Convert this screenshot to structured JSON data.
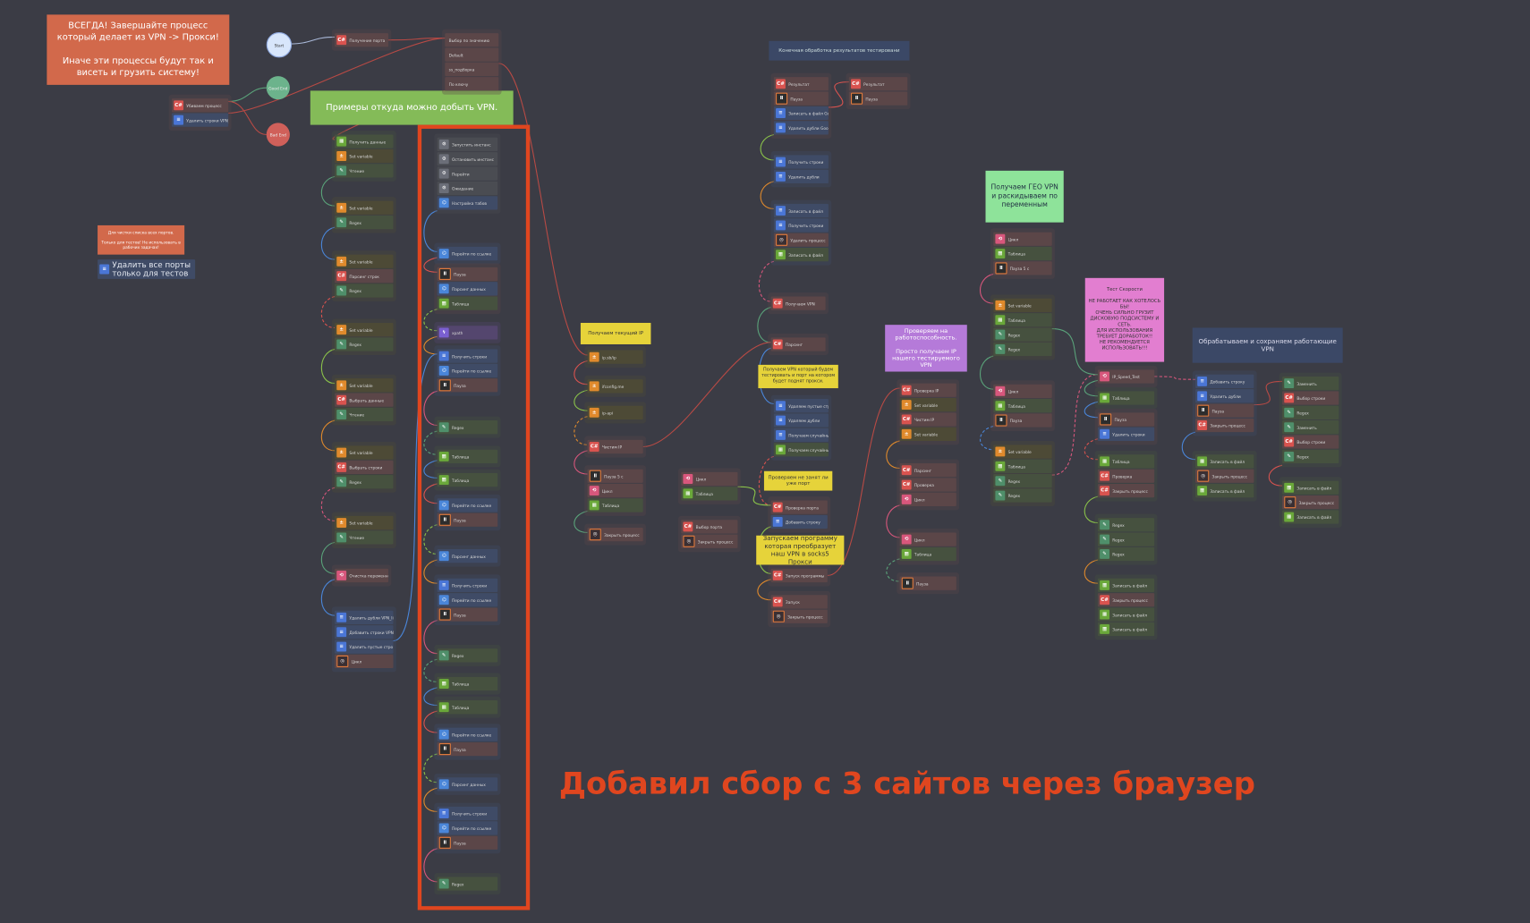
{
  "notes": {
    "warning": "ВСЕГДА! Завершайте процесс который делает из VPN -> Прокси!\n\nИначе эти процессы будут так и висеть и грузить систему!",
    "examples": "Примеры откуда можно добыть VPN.",
    "ports_clean": "Для чистки списка всех портов.\n\nТолько для тестов! Не использовать в рабочих задачах!",
    "ports_clean_action": "Удалить все порты только для тестов",
    "current_ip": "Получаем текущий IP",
    "final_processing": "Конечная обработка результатов тестировани",
    "get_vpn": "Получаем VPN который будем тестировать и порт на котором будет поднят прокси.",
    "check_port": "Проверяем не занят ли уже порт",
    "launch": "Запускаем программу которая преобразует наш VPN в socks5 Прокси",
    "check_work": "Проверяем на работоспособность.\n\nПросто получаем IP нашего тестируемого VPN",
    "geo": "Получаем ГЕО VPN и раскидываем по переменным",
    "speed": "Тест Скорости\n\nНЕ РАБОТАЕТ КАК ХОТЕЛОСЬ БЫ!\nОЧЕНЬ СИЛЬНО ГРУЗИТ ДИСКОВУЮ ПОДСИСТЕМУ И СЕТЬ.\nДЛЯ ИСПОЛЬЗОВАНИЯ ТРЕБУЕТ ДОРАБОТОК!!\nНЕ РЕКОМЕНДУЕТСЯ ИСПОЛЬЗОВАТЬ!!!",
    "save": "Обрабатываем и сохраняем работающие VPN",
    "annotation": "Добавил сбор с 3 сайтов через браузер"
  },
  "endpoints": {
    "start": "Start",
    "good_end": "Good End",
    "bad_end": "Bad End"
  },
  "colors": {
    "accent_red": "#e0461f",
    "note_orange": "#d2694b",
    "note_green": "#84bb58",
    "note_yellow": "#e6d33a",
    "note_purple": "#b57ad9",
    "note_pink": "#e27ed0",
    "note_blue": "#3b4866",
    "note_lightgreen": "#8ee39a"
  },
  "groups": [
    {
      "items": [
        [
          "c",
          "Получение порта"
        ]
      ]
    },
    {
      "items": [
        [
          "s",
          "Выбор по значению"
        ],
        [
          "s",
          "Default"
        ],
        [
          "s",
          "ss_подборка"
        ],
        [
          "s",
          "По ключу"
        ]
      ]
    },
    {
      "items": [
        [
          "c",
          "Убиваем процесс"
        ],
        [
          "f",
          "Удалить строки VPN_рабочие"
        ]
      ]
    },
    {
      "items": [
        [
          "t",
          "Получить данные"
        ],
        [
          "v",
          "Set variable"
        ],
        [
          "e",
          "Чтение"
        ]
      ]
    },
    {
      "items": [
        [
          "v",
          "Set variable"
        ],
        [
          "e",
          "Regex"
        ]
      ]
    },
    {
      "items": [
        [
          "v",
          "Set variable"
        ],
        [
          "c",
          "Парсинг строк"
        ],
        [
          "e",
          "Regex"
        ]
      ]
    },
    {
      "items": [
        [
          "v",
          "Set variable"
        ],
        [
          "e",
          "Regex"
        ]
      ]
    },
    {
      "items": [
        [
          "v",
          "Set variable"
        ],
        [
          "c",
          "Выбрать данные"
        ],
        [
          "e",
          "Чтение"
        ]
      ]
    },
    {
      "items": [
        [
          "v",
          "Set variable"
        ],
        [
          "c",
          "Выбрать строки"
        ],
        [
          "e",
          "Regex"
        ]
      ]
    },
    {
      "items": [
        [
          "v",
          "Set variable"
        ],
        [
          "e",
          "Чтение"
        ]
      ]
    },
    {
      "items": [
        [
          "p",
          "Очистка переменной"
        ]
      ]
    },
    {
      "items": [
        [
          "f",
          "Удалить дубли VPN_list"
        ],
        [
          "f",
          "Добавить строки VPN_list"
        ],
        [
          "f",
          "Удалить пустые строки"
        ],
        [
          "k",
          "Цикл"
        ]
      ]
    },
    {
      "items": [
        [
          "g",
          "Запустить инстанс"
        ],
        [
          "g",
          "Остановить инстанс"
        ],
        [
          "g",
          "Перейти"
        ],
        [
          "g",
          "Ожидание"
        ],
        [
          "u",
          "Настройка табов"
        ]
      ]
    },
    {
      "items": [
        [
          "u",
          "Перейти по ссылке"
        ]
      ]
    },
    {
      "items": [
        [
          "b",
          "Пауза"
        ],
        [
          "u",
          "Парсинг данных"
        ],
        [
          "t",
          "Таблица"
        ]
      ]
    },
    {
      "items": [
        [
          "x",
          "xpath"
        ]
      ]
    },
    {
      "items": [
        [
          "f",
          "Получить строки"
        ],
        [
          "u",
          "Перейти по ссылке"
        ],
        [
          "b",
          "Пауза"
        ]
      ]
    },
    {
      "items": [
        [
          "e",
          "Regex"
        ]
      ]
    },
    {
      "items": [
        [
          "t",
          "Таблица"
        ]
      ]
    },
    {
      "items": [
        [
          "t",
          "Таблица"
        ]
      ]
    },
    {
      "items": [
        [
          "u",
          "Перейти по ссылке"
        ],
        [
          "b",
          "Пауза"
        ]
      ]
    },
    {
      "items": [
        [
          "u",
          "Парсинг данных"
        ]
      ]
    },
    {
      "items": [
        [
          "f",
          "Получить строки"
        ],
        [
          "u",
          "Перейти по ссылке"
        ],
        [
          "b",
          "Пауза"
        ]
      ]
    },
    {
      "items": [
        [
          "e",
          "Regex"
        ]
      ]
    },
    {
      "items": [
        [
          "t",
          "Таблица"
        ]
      ]
    },
    {
      "items": [
        [
          "t",
          "Таблица"
        ]
      ]
    },
    {
      "items": [
        [
          "u",
          "Перейти по ссылке"
        ],
        [
          "b",
          "Пауза"
        ]
      ]
    },
    {
      "items": [
        [
          "u",
          "Парсинг данных"
        ]
      ]
    },
    {
      "items": [
        [
          "f",
          "Получить строки"
        ],
        [
          "u",
          "Перейти по ссылке"
        ],
        [
          "b",
          "Пауза"
        ]
      ]
    },
    {
      "items": [
        [
          "e",
          "Regex"
        ]
      ]
    },
    {
      "items": [
        [
          "v",
          "ip.sb/ip"
        ]
      ]
    },
    {
      "items": [
        [
          "v",
          "ifconfig.me"
        ]
      ]
    },
    {
      "items": [
        [
          "v",
          "ip-api"
        ]
      ]
    },
    {
      "items": [
        [
          "c",
          "Чистим IP"
        ]
      ]
    },
    {
      "items": [
        [
          "b",
          "Пауза 5 с"
        ],
        [
          "p",
          "Цикл"
        ],
        [
          "t",
          "Таблица"
        ]
      ]
    },
    {
      "items": [
        [
          "k",
          "Закрыть процесс"
        ]
      ]
    },
    {
      "items": [
        [
          "p",
          "Цикл"
        ],
        [
          "t",
          "Таблица"
        ]
      ]
    },
    {
      "items": [
        [
          "c",
          "Выбор порта"
        ],
        [
          "k",
          "Закрыть процесс"
        ]
      ]
    },
    {
      "items": [
        [
          "c",
          "Результат"
        ],
        [
          "b",
          "Пауза"
        ],
        [
          "f",
          "Записать в файл Good_VPN"
        ],
        [
          "f",
          "Удалить дубли Good_VPN"
        ]
      ]
    },
    {
      "items": [
        [
          "f",
          "Получить строки"
        ],
        [
          "f",
          "Удалить дубли"
        ]
      ]
    },
    {
      "items": [
        [
          "f",
          "Записать в файл"
        ],
        [
          "f",
          "Получить строки"
        ],
        [
          "k",
          "Удалить процесс"
        ],
        [
          "t",
          "Записать в файл"
        ]
      ]
    },
    {
      "items": [
        [
          "c",
          "Получаем VPN"
        ]
      ]
    },
    {
      "items": [
        [
          "c",
          "Парсинг"
        ]
      ]
    },
    {
      "items": [
        [
          "f",
          "Удаляем пустые строки"
        ],
        [
          "f",
          "Удаляем дубли"
        ],
        [
          "f",
          "Получаем случайный VPN"
        ],
        [
          "t",
          "Получаем случайный порт"
        ]
      ]
    },
    {
      "items": [
        [
          "c",
          "Проверка порта"
        ],
        [
          "f",
          "Добавить строку"
        ]
      ]
    },
    {
      "items": [
        [
          "c",
          "Запуск программы"
        ]
      ]
    },
    {
      "items": [
        [
          "c",
          "Запуск"
        ],
        [
          "k",
          "Закрыть процесс"
        ]
      ]
    },
    {
      "items": [
        [
          "c",
          "Результат"
        ],
        [
          "b",
          "Пауза"
        ]
      ]
    },
    {
      "items": [
        [
          "c",
          "Проверка IP"
        ],
        [
          "v",
          "Set variable"
        ],
        [
          "c",
          "Чистим IP"
        ],
        [
          "v",
          "Set variable"
        ]
      ]
    },
    {
      "items": [
        [
          "c",
          "Парсинг"
        ],
        [
          "c",
          "Проверка"
        ],
        [
          "p",
          "Цикл"
        ]
      ]
    },
    {
      "items": [
        [
          "p",
          "Цикл"
        ],
        [
          "t",
          "Таблица"
        ]
      ]
    },
    {
      "items": [
        [
          "b",
          "Пауза"
        ]
      ]
    },
    {
      "items": [
        [
          "p",
          "Цикл"
        ],
        [
          "t",
          "Таблица"
        ],
        [
          "b",
          "Пауза 5 с"
        ]
      ]
    },
    {
      "items": [
        [
          "v",
          "Set variable"
        ],
        [
          "t",
          "Таблица"
        ],
        [
          "e",
          "Regex"
        ],
        [
          "e",
          "Regex"
        ]
      ]
    },
    {
      "items": [
        [
          "p",
          "Цикл"
        ],
        [
          "t",
          "Таблица"
        ],
        [
          "b",
          "Пауза"
        ]
      ]
    },
    {
      "items": [
        [
          "v",
          "Set variable"
        ],
        [
          "t",
          "Таблица"
        ],
        [
          "e",
          "Regex"
        ],
        [
          "e",
          "Regex"
        ]
      ]
    },
    {
      "items": [
        [
          "p",
          "IP_Speed_Test"
        ]
      ]
    },
    {
      "items": [
        [
          "t",
          "Таблица"
        ]
      ]
    },
    {
      "items": [
        [
          "b",
          "Пауза"
        ],
        [
          "f",
          "Удалить строки"
        ]
      ]
    },
    {
      "items": [
        [
          "t",
          "Таблица"
        ],
        [
          "c",
          "Проверка"
        ],
        [
          "c",
          "Закрыть процесс"
        ]
      ]
    },
    {
      "items": [
        [
          "e",
          "Regex"
        ],
        [
          "e",
          "Regex"
        ],
        [
          "e",
          "Regex"
        ]
      ]
    },
    {
      "items": [
        [
          "t",
          "Записать в файл"
        ],
        [
          "c",
          "Закрыть процесс"
        ],
        [
          "t",
          "Записать в файл"
        ],
        [
          "t",
          "Записать в файл"
        ]
      ]
    },
    {
      "items": [
        [
          "f",
          "Добавить строку"
        ],
        [
          "f",
          "Удалить дубли"
        ],
        [
          "b",
          "Пауза"
        ],
        [
          "c",
          "Закрыть процесс"
        ]
      ]
    },
    {
      "items": [
        [
          "t",
          "Записать в файл"
        ],
        [
          "k",
          "Закрыть процесс"
        ],
        [
          "t",
          "Записать в файл"
        ]
      ]
    },
    {
      "items": [
        [
          "e",
          "Заменить"
        ],
        [
          "c",
          "Выбор строки"
        ],
        [
          "e",
          "Regex"
        ],
        [
          "e",
          "Заменить"
        ],
        [
          "c",
          "Выбор строки"
        ],
        [
          "e",
          "Regex"
        ]
      ]
    },
    {
      "items": [
        [
          "t",
          "Записать в файл"
        ],
        [
          "k",
          "Закрыть процесс"
        ],
        [
          "t",
          "Записать в файл"
        ]
      ]
    }
  ]
}
